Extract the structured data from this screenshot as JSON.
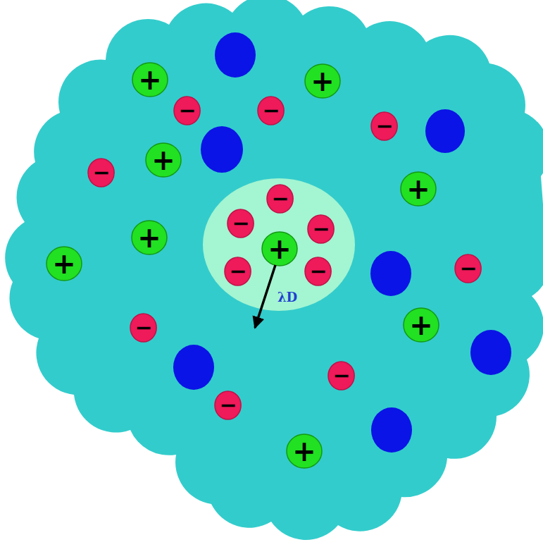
{
  "diagram": {
    "nodes": [
      {
        "text": [
          "+"
        ]
      },
      {
        "text": [
          "+"
        ]
      },
      {
        "text": [
          "−"
        ]
      },
      {
        "text": [
          "−"
        ]
      },
      {
        "text": [
          "−"
        ]
      },
      {
        "text": [
          "+"
        ]
      },
      {
        "text": [
          "−"
        ]
      },
      {
        "text": [
          "λD"
        ]
      },
      {
        "text": [
          "−"
        ],
        "in": 7
      },
      {
        "text": [
          "−"
        ],
        "in": 7
      },
      {
        "text": [
          "−"
        ],
        "in": 7
      },
      {
        "text": [
          "+"
        ],
        "in": 7
      },
      {
        "text": [
          "−"
        ],
        "in": 7
      },
      {
        "text": [
          "−"
        ],
        "in": 7
      },
      {
        "text": [
          "+"
        ]
      },
      {
        "text": [
          "+"
        ]
      },
      {
        "text": [
          "+"
        ]
      },
      {
        "text": [
          "−"
        ]
      },
      {
        "text": [
          "+"
        ]
      },
      {
        "text": [
          "−"
        ]
      },
      {
        "text": [
          "−"
        ]
      },
      {
        "text": [
          "−"
        ]
      },
      {
        "text": [
          "+"
        ]
      }
    ]
  }
}
